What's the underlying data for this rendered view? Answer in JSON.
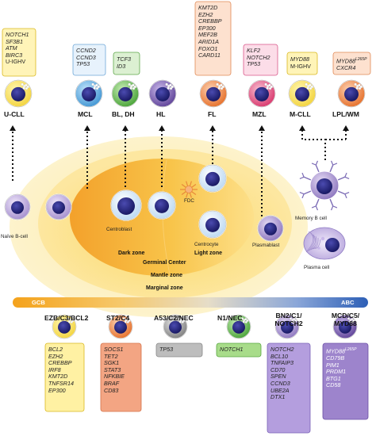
{
  "top_lymphomas": [
    {
      "name": "U-CLL",
      "genes": [
        "NOTCH1",
        "SF3B1",
        "ATM",
        "BIRC3",
        "U-IGHV"
      ]
    },
    {
      "name": "MCL",
      "genes": [
        "CCND2",
        "CCND3",
        "TP53"
      ]
    },
    {
      "name": "BL, DH",
      "genes": [
        "TCF3",
        "ID3"
      ]
    },
    {
      "name": "HL",
      "genes": []
    },
    {
      "name": "FL",
      "genes": [
        "KMT2D",
        "EZH2",
        "CREBBP",
        "EP300",
        "MEF2B",
        "ARID1A",
        "FOXO1",
        "CARD11"
      ]
    },
    {
      "name": "MZL",
      "genes": [
        "KLF2",
        "NOTCH2",
        "TP53"
      ]
    },
    {
      "name": "M-CLL",
      "genes": [
        "MYD88",
        "M-IGHV"
      ]
    },
    {
      "name": "LPL/WM",
      "genes": [
        "MYD88",
        "CXCR4"
      ],
      "superscript": "L265P"
    }
  ],
  "cell_labels": {
    "naive": "Naïve B-cell",
    "centroblast": "Centroblast",
    "fdc": "FDC",
    "centrocyte": "Centrocyte",
    "plasmablast": "Plasmablast",
    "memory": "Memory B cell",
    "plasma": "Plasma cell"
  },
  "zones": {
    "dark": "Dark zone",
    "light": "Light zone",
    "germinal": "Germinal Center",
    "mantle": "Mantle zone",
    "marginal": "Marginal zone"
  },
  "gradient_bar": {
    "left": "GCB",
    "right": "ABC"
  },
  "subtypes": [
    {
      "name": "EZB/C3/BCL2",
      "genes": [
        "BCL2",
        "EZH2",
        "CREBBP",
        "IRF8",
        "KMT2D",
        "TNFSR14",
        "EP300"
      ]
    },
    {
      "name": "ST2/C4",
      "genes": [
        "SOCS1",
        "TET2",
        "SGK1",
        "STAT3",
        "NFKBIE",
        "BRAF",
        "CD83"
      ]
    },
    {
      "name": "A53/C2/NEC",
      "genes": [
        "TP53"
      ]
    },
    {
      "name": "N1/NEC",
      "genes": [
        "NOTCH1"
      ]
    },
    {
      "name": "BN2/C1/",
      "name2": "NOTCH2",
      "genes": [
        "NOTCH2",
        "BCL10",
        "TNFAIP3",
        "CD70",
        "SPEN",
        "CCND3",
        "UBE2A",
        "DTX1"
      ]
    },
    {
      "name": "MCD/C5/",
      "name2": "MYD88",
      "genes": [
        "MYD88",
        "CD79B",
        "PIM1",
        "PRDM1",
        "BTG1",
        "CD58"
      ],
      "superscript": "L265P"
    }
  ],
  "colors": {
    "yellow": "#f7e25a",
    "blue": "#4ea3dc",
    "green": "#58b043",
    "purple": "#6a4fa0",
    "orange": "#ef7f3a",
    "pink": "#e2487a",
    "grey": "#8a8a8a",
    "lavender": "#9a86c6",
    "nucleus": "#22227a"
  }
}
